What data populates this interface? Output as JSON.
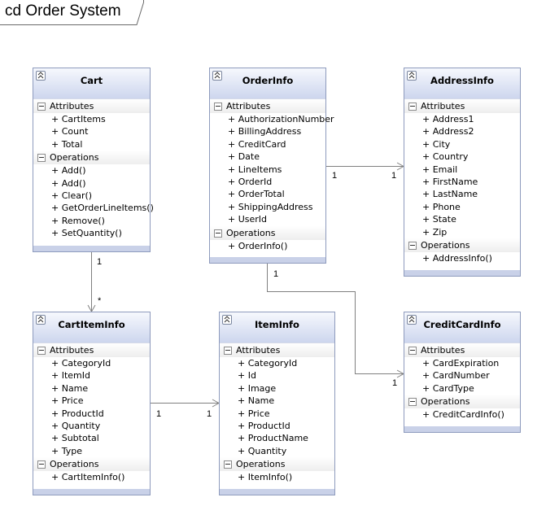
{
  "diagram": {
    "title": "cd Order System"
  },
  "classes": {
    "cart": {
      "name": "Cart",
      "attributes_label": "Attributes",
      "operations_label": "Operations",
      "attributes": [
        "+ CartItems",
        "+ Count",
        "+ Total"
      ],
      "operations": [
        "+ Add()",
        "+ Add()",
        "+ Clear()",
        "+ GetOrderLineItems()",
        "+ Remove()",
        "+ SetQuantity()"
      ]
    },
    "orderinfo": {
      "name": "OrderInfo",
      "attributes_label": "Attributes",
      "operations_label": "Operations",
      "attributes": [
        "+ AuthorizationNumber",
        "+ BillingAddress",
        "+ CreditCard",
        "+ Date",
        "+ LineItems",
        "+ OrderId",
        "+ OrderTotal",
        "+ ShippingAddress",
        "+ UserId"
      ],
      "operations": [
        "+ OrderInfo()"
      ]
    },
    "addressinfo": {
      "name": "AddressInfo",
      "attributes_label": "Attributes",
      "operations_label": "Operations",
      "attributes": [
        "+ Address1",
        "+ Address2",
        "+ City",
        "+ Country",
        "+ Email",
        "+ FirstName",
        "+ LastName",
        "+ Phone",
        "+ State",
        "+ Zip"
      ],
      "operations": [
        "+ AddressInfo()"
      ]
    },
    "cartiteminfo": {
      "name": "CartItemInfo",
      "attributes_label": "Attributes",
      "operations_label": "Operations",
      "attributes": [
        "+ CategoryId",
        "+ ItemId",
        "+ Name",
        "+ Price",
        "+ ProductId",
        "+ Quantity",
        "+ Subtotal",
        "+ Type"
      ],
      "operations": [
        "+ CartItemInfo()"
      ]
    },
    "iteminfo": {
      "name": "ItemInfo",
      "attributes_label": "Attributes",
      "operations_label": "Operations",
      "attributes": [
        "+ CategoryId",
        "+ Id",
        "+ Image",
        "+ Name",
        "+ Price",
        "+ ProductId",
        "+ ProductName",
        "+ Quantity"
      ],
      "operations": [
        "+ ItemInfo()"
      ]
    },
    "creditcardinfo": {
      "name": "CreditCardInfo",
      "attributes_label": "Attributes",
      "operations_label": "Operations",
      "attributes": [
        "+ CardExpiration",
        "+ CardNumber",
        "+ CardType"
      ],
      "operations": [
        "+ CreditCardInfo()"
      ]
    }
  },
  "associations": [
    {
      "from": "Cart",
      "to": "CartItemInfo",
      "from_mult": "1",
      "to_mult": "*"
    },
    {
      "from": "OrderInfo",
      "to": "AddressInfo",
      "from_mult": "1",
      "to_mult": "1"
    },
    {
      "from": "OrderInfo",
      "to": "CreditCardInfo",
      "from_mult": "1",
      "to_mult": "1"
    },
    {
      "from": "CartItemInfo",
      "to": "ItemInfo",
      "from_mult": "1",
      "to_mult": "1"
    }
  ],
  "colors": {
    "border": "#8e9bbd",
    "header_top": "#f6f8fd",
    "header_bottom": "#cdd6ee",
    "line": "#808080"
  },
  "icons": {
    "collapse": "double-chevron-up-icon",
    "section": "minus-box-icon"
  }
}
